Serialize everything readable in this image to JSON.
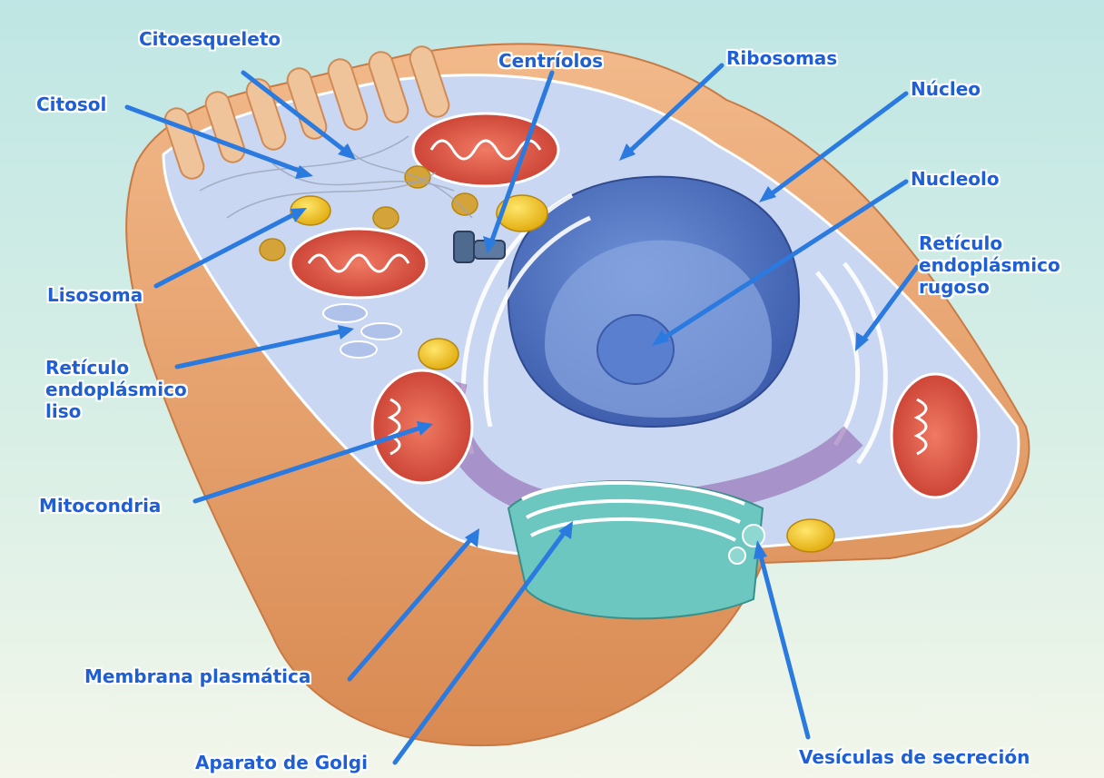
{
  "colors": {
    "label_text": "#1f5fd6",
    "arrow": "#2a7ae0",
    "nucleus": "#4a6fc4",
    "mitochondria": "#d9443a",
    "lysosome": "#f1c40f",
    "golgi": "#6cc7c0",
    "cytoplasm": "#c9d7f2",
    "membrane": "#e2a06a"
  },
  "labels": {
    "citoesqueleto": "Citoesqueleto",
    "centriolos": "Centríolos",
    "ribosomas": "Ribosomas",
    "citosol": "Citosol",
    "nucleo": "Núcleo",
    "nucleolo": "Nucleolo",
    "reticulo_rugoso": "Retículo\nendoplásmico\nrugoso",
    "lisosoma": "Lisosoma",
    "reticulo_liso": "Retículo\nendoplásmico\nliso",
    "mitocondria": "Mitocondria",
    "membrana": "Membrana plasmática",
    "golgi": "Aparato de Golgi",
    "vesiculas": "Vesículas de secreción"
  }
}
